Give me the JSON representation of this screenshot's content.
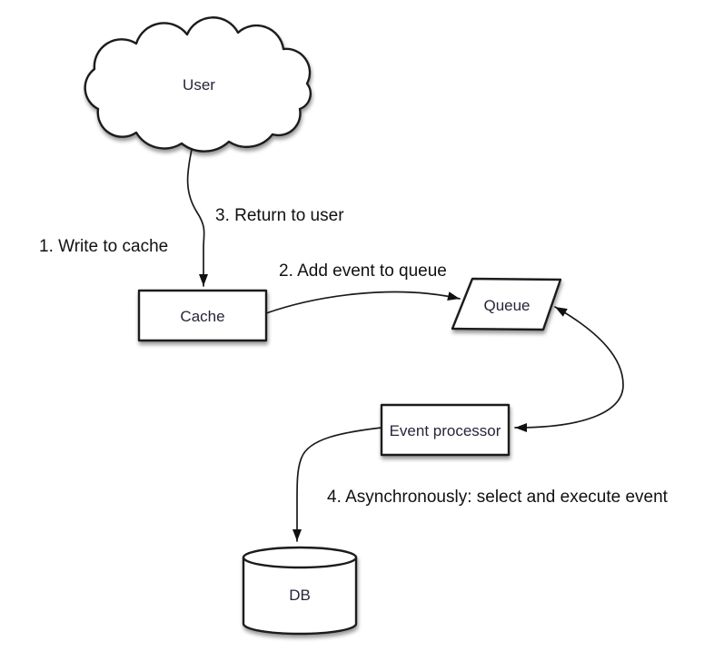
{
  "diagram": {
    "colors": {
      "background": "#ffffff",
      "stroke": "#1a1a1a",
      "node_fill": "#ffffff",
      "node_text": "#26263a",
      "annotation_text": "#111111"
    },
    "nodes": {
      "user": {
        "label": "User",
        "shape": "cloud"
      },
      "cache": {
        "label": "Cache",
        "shape": "rectangle"
      },
      "queue": {
        "label": "Queue",
        "shape": "parallelogram"
      },
      "event_processor": {
        "label": "Event processor",
        "shape": "rectangle"
      },
      "db": {
        "label": "DB",
        "shape": "cylinder"
      }
    },
    "annotations": {
      "step1": "1. Write to cache",
      "step2": "2. Add event to queue",
      "step3": "3. Return to user",
      "step4": "4. Asynchronously: select and execute event"
    },
    "edges": [
      {
        "from": "user",
        "to": "cache",
        "direction": "single",
        "steps": [
          "step1",
          "step3"
        ]
      },
      {
        "from": "cache",
        "to": "queue",
        "direction": "single",
        "steps": [
          "step2"
        ]
      },
      {
        "from": "queue",
        "to": "event_processor",
        "direction": "double",
        "steps": []
      },
      {
        "from": "event_processor",
        "to": "db",
        "direction": "single",
        "steps": [
          "step4"
        ]
      }
    ]
  }
}
